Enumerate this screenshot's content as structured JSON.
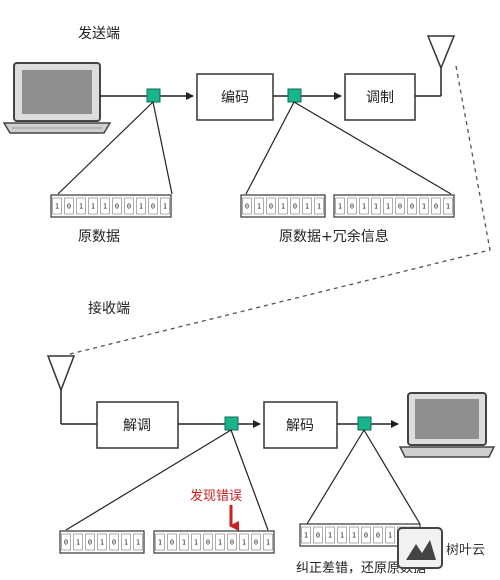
{
  "labels": {
    "sender_title": "发送端",
    "receiver_title": "接收端",
    "encode": "编码",
    "modulate": "调制",
    "demodulate": "解调",
    "decode": "解码",
    "original_data": "原数据",
    "original_plus_redundant": "原数据+冗余信息",
    "error_found": "发现错误",
    "corrected": "纠正差错，还原原数据",
    "watermark": "树叶云"
  },
  "bit_strips": {
    "tx_original": [
      "1",
      "0",
      "1",
      "1",
      "1",
      "0",
      "0",
      "1",
      "0",
      "1"
    ],
    "tx_encoded_a": [
      "0",
      "1",
      "0",
      "1",
      "0",
      "1",
      "1"
    ],
    "tx_encoded_b": [
      "1",
      "0",
      "1",
      "1",
      "1",
      "0",
      "0",
      "1",
      "0",
      "1"
    ],
    "rx_received_a": [
      "0",
      "1",
      "0",
      "1",
      "0",
      "1",
      "1"
    ],
    "rx_received_b": [
      "1",
      "0",
      "1",
      "1",
      "0",
      "1",
      "0",
      "1",
      "0",
      "1"
    ],
    "rx_corrected": [
      "1",
      "0",
      "1",
      "1",
      "1",
      "0",
      "0",
      "1",
      "0",
      "1"
    ]
  },
  "colors": {
    "tap_marker": "#19b38c",
    "error_arrow": "#cc1f1f",
    "line": "#222222"
  }
}
